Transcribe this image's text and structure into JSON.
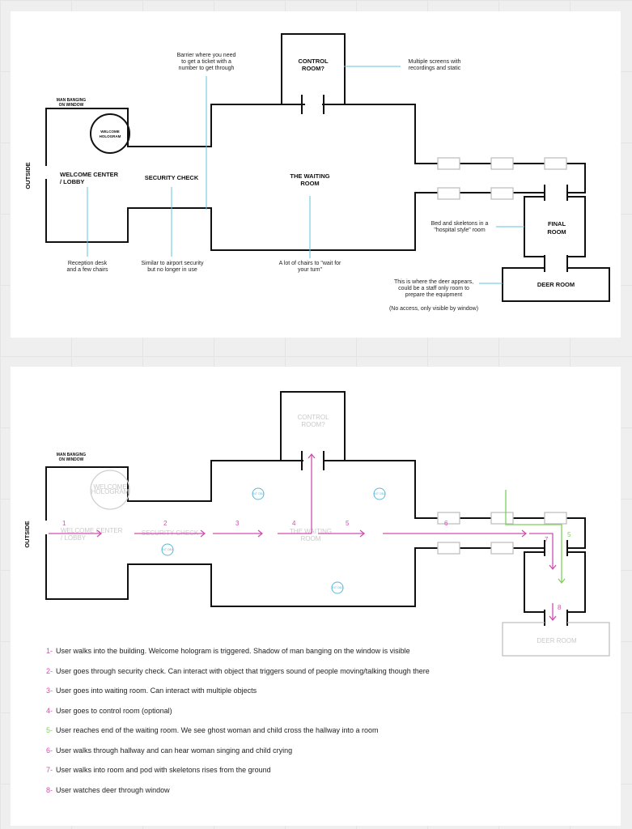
{
  "top": {
    "control_room": "CONTROL ROOM?",
    "man_banging": "MAN BANGING ON WINDOW",
    "welcome_hologram": "WELCOME HOLOGRAM",
    "outside": "OUTSIDE",
    "welcome_center": "WELCOME CENTER / LOBBY",
    "security_check": "SECURITY CHECK",
    "waiting_room": "THE WAITING ROOM",
    "final_room": "FINAL ROOM",
    "deer_room": "DEER ROOM",
    "notes": {
      "barrier": "Barrier where you need to get a ticket with a number to get through",
      "screens": "Multiple screens with recordings and static",
      "reception": "Reception desk and a few chairs",
      "airport": "Similar to airport security but no longer in use",
      "chairs": "A lot of chairs to \"wait for your turn\"",
      "bed": "Bed and skeletons in a \"hospital style\" room",
      "deer": "This is where the deer appears, could be a staff only room to prepare the equipment",
      "no_access": "(No access, only visible by window)"
    }
  },
  "bottom": {
    "control_room": "CONTROL ROOM?",
    "man_banging": "MAN BANGING ON WINDOW",
    "welcome_hologram": "WELCOME HOLOGRAM",
    "outside": "OUTSIDE",
    "welcome_center": "WELCOME CENTER / LOBBY",
    "security_check": "SECURITY CHECK",
    "waiting_room": "THE WAITING ROOM",
    "deer_room": "DEER ROOM",
    "poi": "INT OBJ",
    "steps": [
      "1",
      "2",
      "3",
      "4",
      "5",
      "6",
      "7",
      "8"
    ]
  },
  "legend": [
    {
      "num": "1-",
      "text": "User walks into the building. Welcome hologram is triggered. Shadow of man banging on the window is visible",
      "color": "#cf4fb0"
    },
    {
      "num": "2-",
      "text": "User goes through security check. Can interact with object that triggers sound of people moving/talking though there",
      "color": "#cf4fb0"
    },
    {
      "num": "3-",
      "text": "User goes into waiting room. Can interact with multiple objects",
      "color": "#cf4fb0"
    },
    {
      "num": "4-",
      "text": "User goes to control room (optional)",
      "color": "#cf4fb0"
    },
    {
      "num": "5-",
      "text": "User reaches end of the waiting room. We see ghost woman and child cross the hallway into a room",
      "color": "#7fd15c"
    },
    {
      "num": "6-",
      "text": "User walks through hallway and can hear woman singing and child crying",
      "color": "#cf4fb0"
    },
    {
      "num": "7-",
      "text": "User walks into room and pod with skeletons rises from the ground",
      "color": "#cf4fb0"
    },
    {
      "num": "8-",
      "text": "User watches deer through window",
      "color": "#cf4fb0"
    }
  ]
}
